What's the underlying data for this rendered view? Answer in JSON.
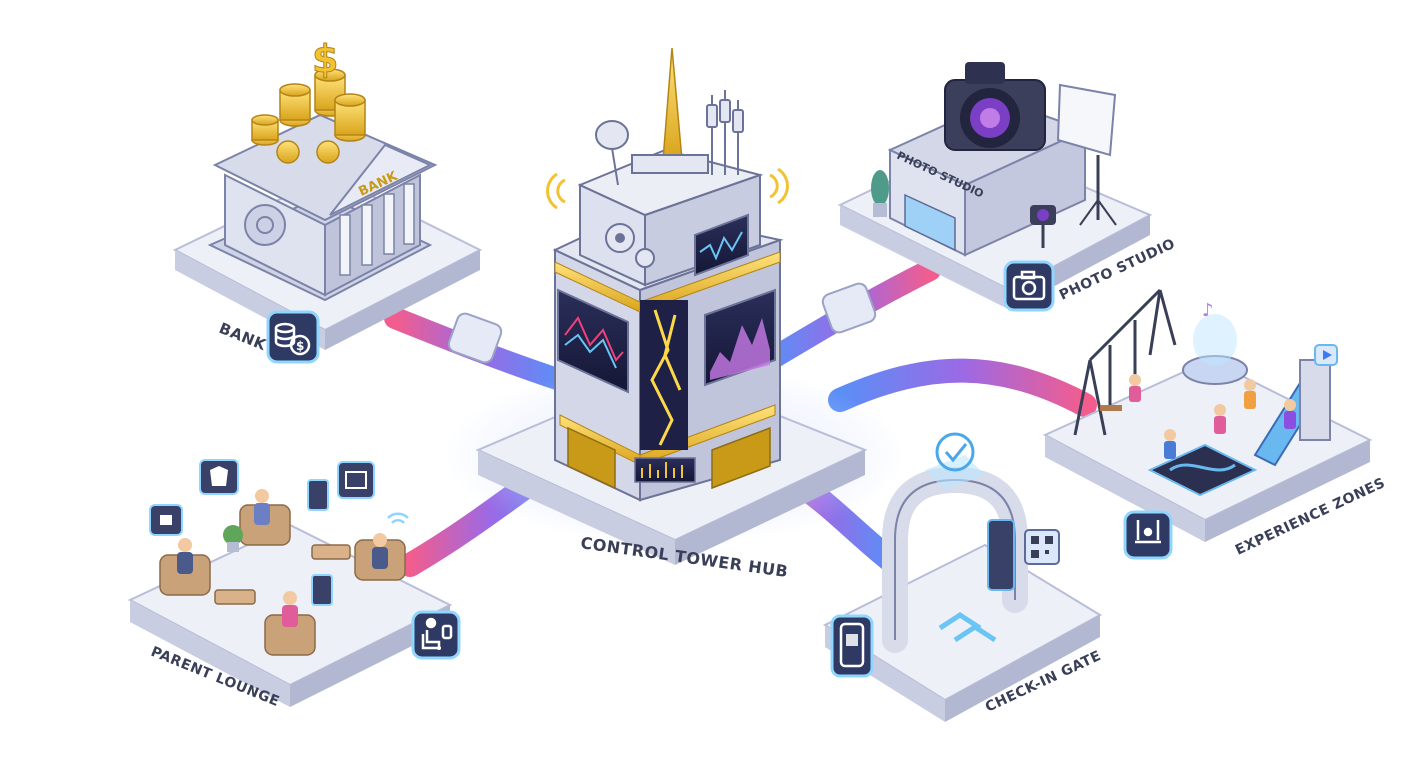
{
  "hub": {
    "label": "CONTROL TOWER HUB"
  },
  "zones": {
    "bank": {
      "label": "BANK",
      "sign": "BANK",
      "icon": "coins-dollar-icon"
    },
    "photo_studio": {
      "label": "PHOTO STUDIO",
      "sign": "PHOTO STUDIO",
      "icon": "camera-icon"
    },
    "experience_zones": {
      "label": "EXPERIENCE ZONES",
      "icon": "swing-person-icon"
    },
    "check_in_gate": {
      "label": "CHECK-IN GATE",
      "icon": "phone-qr-icon"
    },
    "parent_lounge": {
      "label": "PARENT LOUNGE",
      "icon": "seated-person-icon"
    }
  },
  "colors": {
    "platform": "#eef0f8",
    "platform_side": "#c9cde2",
    "pipe_pink": "#f0407a",
    "pipe_blue": "#3d7bf5",
    "pipe_purple": "#8a4fe0",
    "gold": "#f2c233",
    "badge": "#2f3a64",
    "badge_glow": "#8fd6ff",
    "label": "#3a3f58"
  }
}
